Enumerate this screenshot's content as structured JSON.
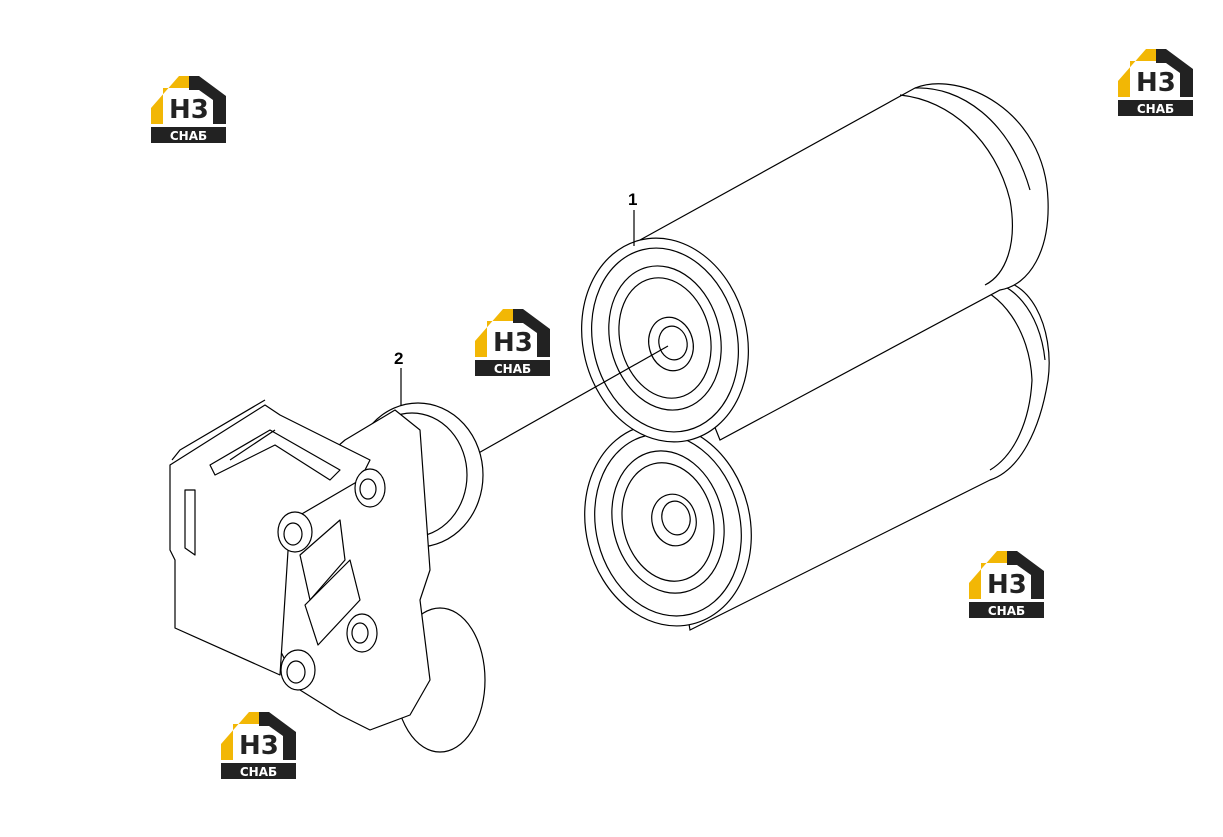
{
  "callouts": [
    {
      "id": "1",
      "label": "1"
    },
    {
      "id": "2",
      "label": "2"
    }
  ],
  "watermark": {
    "letters": "H3",
    "caption": "СНАБ",
    "colors": {
      "accent": "#f2b705",
      "dark": "#222222",
      "text_on_white": "#222222"
    }
  },
  "drawing": {
    "stroke": "#000000",
    "fill": "#ffffff"
  }
}
